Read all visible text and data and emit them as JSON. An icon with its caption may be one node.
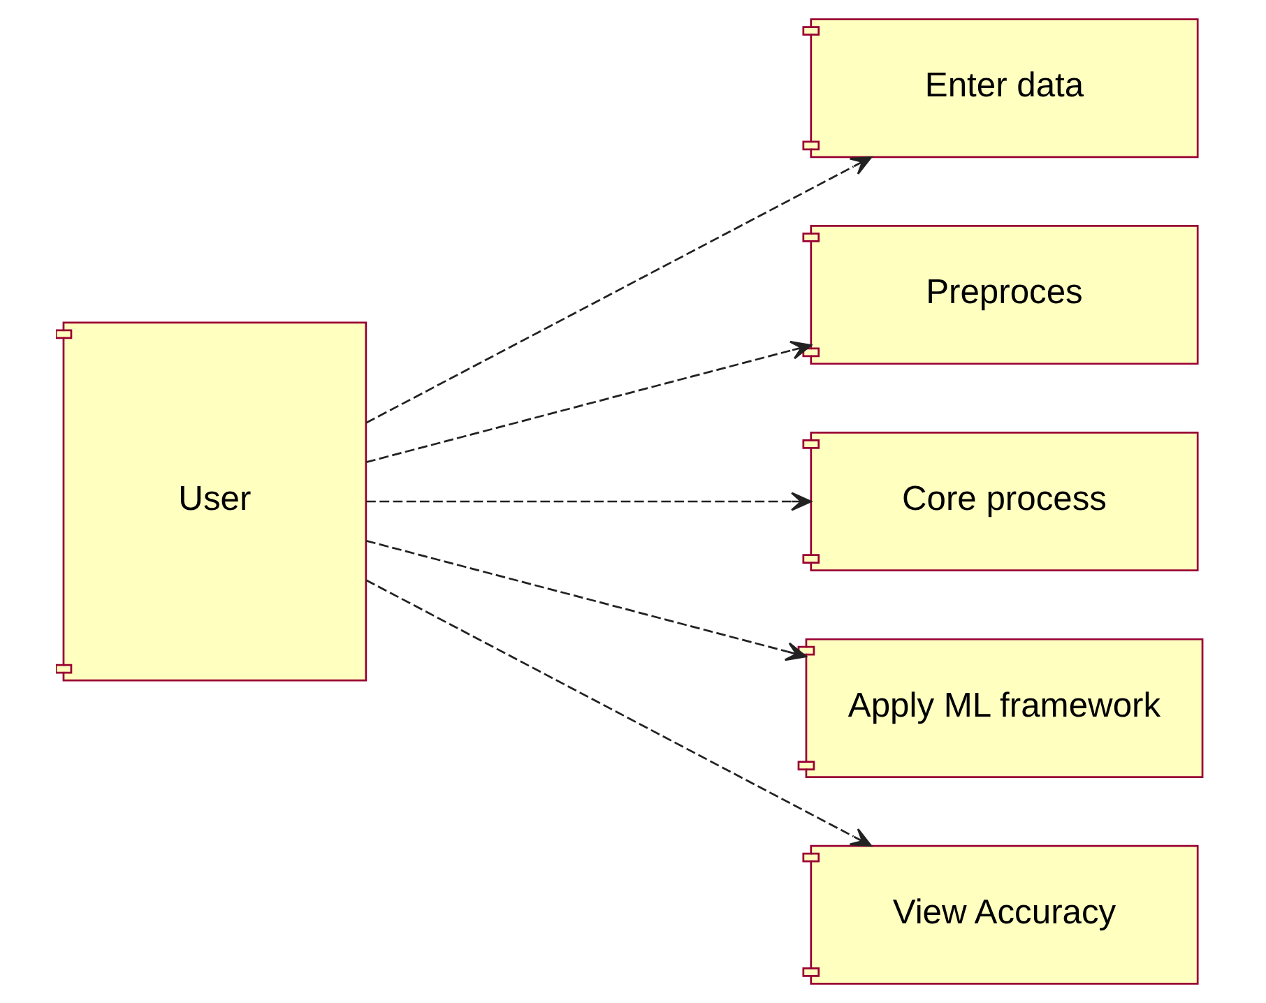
{
  "diagram": {
    "nodes": [
      {
        "text": [
          "User"
        ]
      },
      {
        "text": [
          "Enter data"
        ]
      },
      {
        "text": [
          "Preproces"
        ]
      },
      {
        "text": [
          "Core process"
        ]
      },
      {
        "text": [
          "Apply ML framework"
        ]
      },
      {
        "text": [
          "View Accuracy"
        ]
      }
    ],
    "edges": [
      {
        "from": 0,
        "to": 1,
        "arrow": "to",
        "style": "dashed"
      },
      {
        "from": 0,
        "to": 2,
        "arrow": "to",
        "style": "dashed"
      },
      {
        "from": 0,
        "to": 3,
        "arrow": "to",
        "style": "dashed"
      },
      {
        "from": 0,
        "to": 4,
        "arrow": "to",
        "style": "dashed"
      },
      {
        "from": 0,
        "to": 5,
        "arrow": "to",
        "style": "dashed"
      }
    ]
  }
}
